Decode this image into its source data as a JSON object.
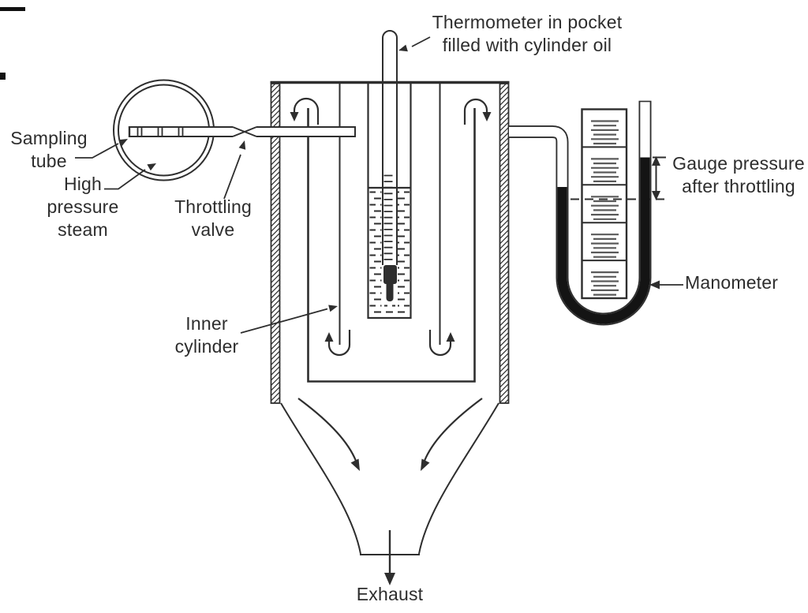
{
  "figure": {
    "type": "technical-diagram",
    "subject": "Throttling calorimeter with sampling tube and manometer",
    "background": "#ffffff"
  },
  "colors": {
    "ink": "#2e2e2e",
    "mercury": "#141414",
    "graduation": "#5a5a5a",
    "text": "#2d2d2d"
  },
  "labels": {
    "thermometer": {
      "line1": "Thermometer in pocket",
      "line2": "filled with cylinder oil"
    },
    "sampling": {
      "line1": "Sampling",
      "line2": "tube"
    },
    "high_pressure": {
      "line1": "High",
      "line2": "pressure",
      "line3": "steam"
    },
    "throttling": {
      "line1": "Throttling",
      "line2": "valve"
    },
    "inner_cylinder": {
      "line1": "Inner",
      "line2": "cylinder"
    },
    "gauge": {
      "line1": "Gauge pressure",
      "line2": "after throttling"
    },
    "manometer": "Manometer",
    "exhaust": "Exhaust"
  }
}
